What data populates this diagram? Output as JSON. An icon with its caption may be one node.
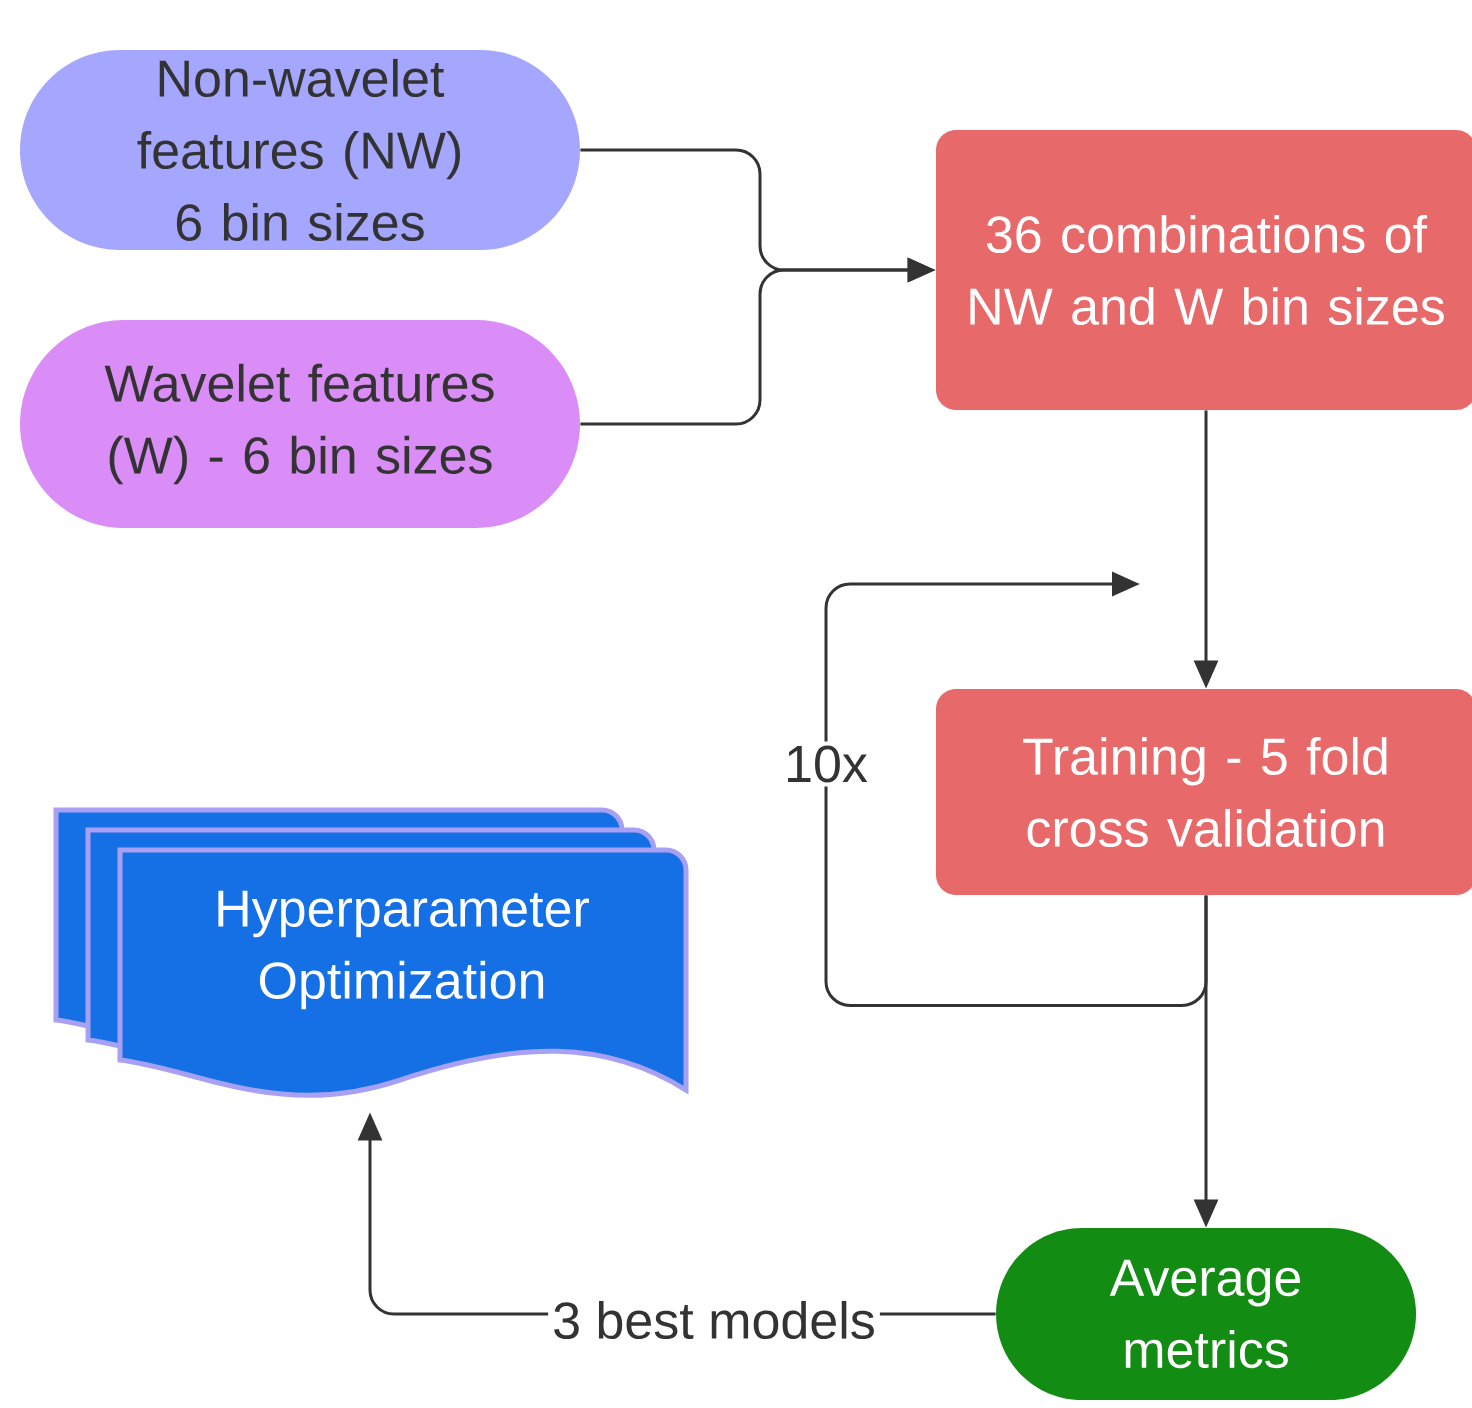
{
  "diagram": {
    "nodes": [
      {
        "text": [
          "Non-wavelet features (NW) 6 bin sizes"
        ]
      },
      {
        "text": [
          "Wavelet features (W) - 6 bin sizes"
        ]
      },
      {
        "text": [
          "36 combinations of NW and W bin sizes"
        ]
      },
      {
        "text": [
          "Training - 5 fold cross validation"
        ]
      },
      {
        "text": [
          "Hyperparameter Optimization"
        ]
      },
      {
        "text": [
          "Average metrics"
        ]
      }
    ],
    "edges": [
      {
        "from": 0,
        "to": 2,
        "arrow": "to"
      },
      {
        "from": 1,
        "to": 2,
        "arrow": "to"
      },
      {
        "from": 2,
        "to": 3,
        "arrow": "to"
      },
      {
        "from": 3,
        "to": 5,
        "arrow": "to"
      },
      {
        "from": 3,
        "to": null,
        "arrow": "to",
        "label": "10x"
      },
      {
        "from": 5,
        "to": 4,
        "arrow": "to",
        "label": "3 best models"
      }
    ]
  }
}
